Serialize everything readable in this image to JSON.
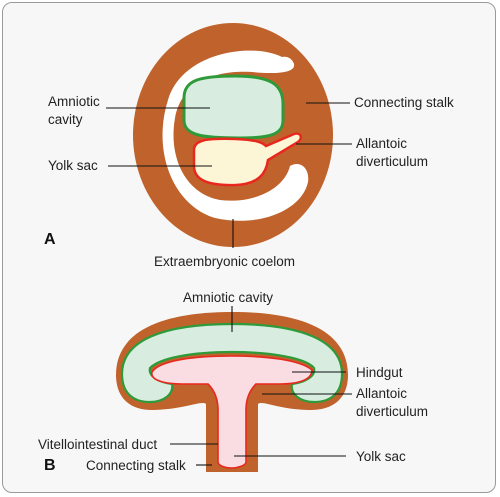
{
  "panel_a": {
    "letter": "A",
    "labels": {
      "amniotic_cavity_line1": "Amniotic",
      "amniotic_cavity_line2": "cavity",
      "yolk_sac": "Yolk sac",
      "connecting_stalk": "Connecting stalk",
      "allantoic_line1": "Allantoic",
      "allantoic_line2": "diverticulum",
      "extraembryonic_coelom": "Extraembryonic coelom"
    }
  },
  "panel_b": {
    "letter": "B",
    "labels": {
      "amniotic_cavity": "Amniotic cavity",
      "hindgut": "Hindgut",
      "allantoic_line1": "Allantoic",
      "allantoic_line2": "diverticulum",
      "vitellointestinal_duct": "Vitellointestinal duct",
      "yolk_sac": "Yolk sac",
      "connecting_stalk": "Connecting stalk"
    }
  },
  "colors": {
    "tissue": "#c0622b",
    "amnion_fill": "#d8ecdf",
    "amnion_border": "#2e9a3a",
    "yolk_fill": "#fdf6d6",
    "yolk_border": "#e8281e",
    "gut_fill": "#f9dde3",
    "coelom": "#ffffff"
  }
}
